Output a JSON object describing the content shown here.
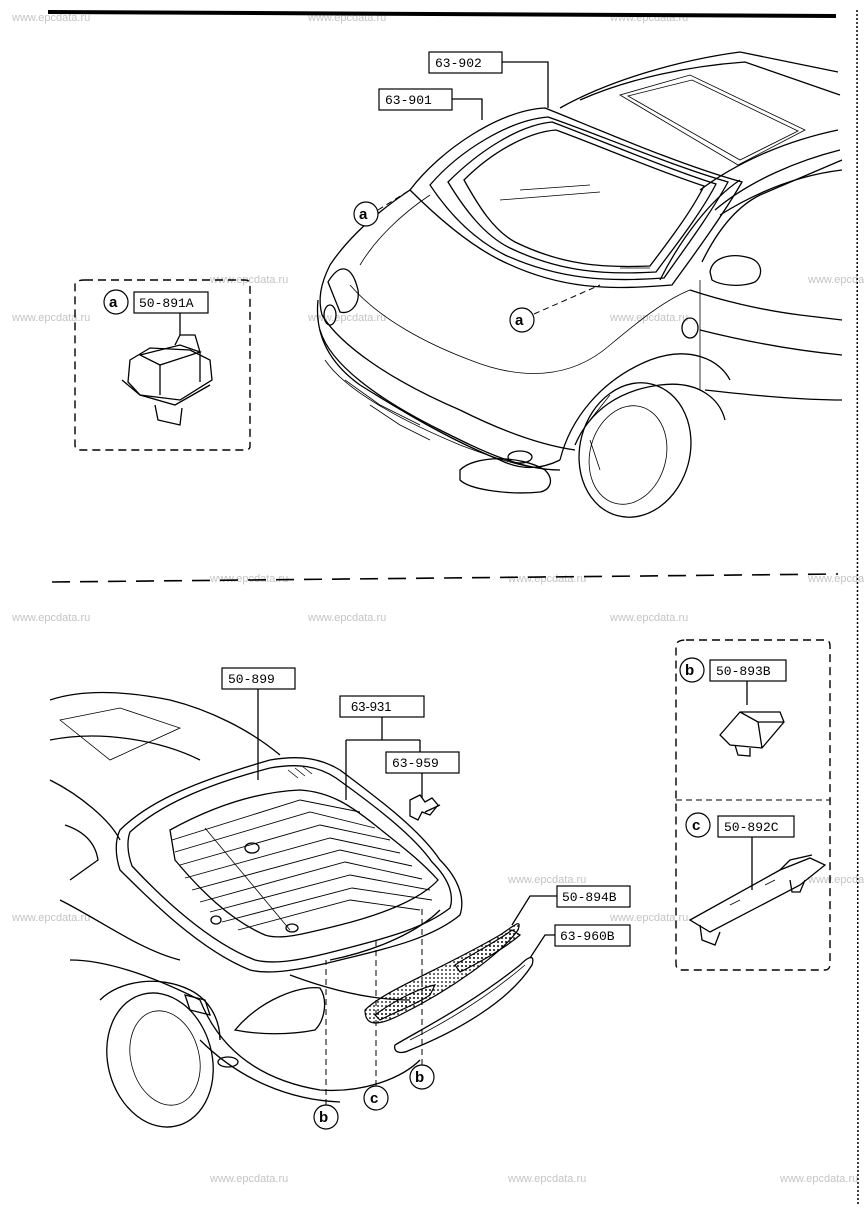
{
  "watermark": "www.epcdata.ru",
  "parts": {
    "windshield": "63-901",
    "windshield_molding": "63-902",
    "clip_a": "50-891A",
    "rear_molding": "50-899",
    "rear_glass": "63-931",
    "rear_clip": "63-959",
    "clip_b": "50-893B",
    "clip_c": "50-892C",
    "spoiler_molding": "50-894B",
    "spoiler_glass": "63-960B"
  },
  "callouts": {
    "a": "a",
    "b": "b",
    "c": "c"
  }
}
